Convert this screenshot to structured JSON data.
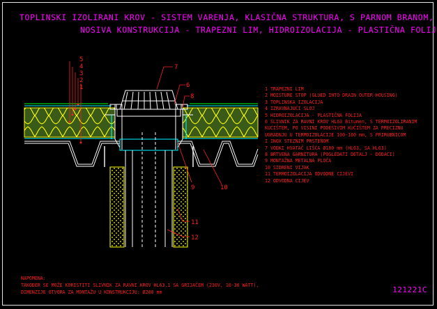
{
  "title": {
    "line1": "TOPLINSKI IZOLIRANI KROV - SISTEM VARENJA, KLASIČNA STRUKTURA, S PARNOM BRANOM,",
    "line2": "NOSIVA KONSTRUKCIJA - TRAPEZNI LIM, HIDROIZOLACIJA - PLASTIČNA FOLIJA"
  },
  "legend": [
    "1 TRAPEZNI LIM",
    "2 MOISTURE STOP (GLUED INTO DRAIN OUTER-HOUSING)",
    "3 TOPLINSKA IZOLACIJA",
    "4 IZRAVNAJUĆI SLOJ",
    "5 HIDROIZOLACIJA - PLASTIČNA FOLIJA",
    "6 SLIVNIK ZA RAVNI KROV HL63 Bitumen, S TERMOIZOLIRANIM",
    "  KUĆIŠTEM, PO VISINI PODESIVIM KUĆIŠTEM ZA PRECIZNU",
    "  UGRADNJU U TERMOIZOLACIJE 100-160 mm, S PRIRUBNICOM",
    "  I INOX STEZNIM PRSTENOM",
    "7 VODKI HVATAČ LIŠĆA Ø180 mm (HL63, SA HL63)",
    "8 BRTVENA GARNITURA (POGLEDATI DETALJ - DODACI)",
    "9 MONTAŽNA METALNA PLOČA",
    "10 SIDRENI VIJAK",
    "11 TERMOIZOLACIJA ODVODNE CIJEVI",
    "12 ODVODNA CIJEV"
  ],
  "callouts": {
    "stack": [
      "5",
      "4",
      "3",
      "2",
      "1"
    ],
    "n6": "6",
    "n7": "7",
    "n8": "8",
    "n9": "9",
    "n10": "10",
    "n11": "11",
    "n12": "12"
  },
  "notes": {
    "heading": "NAPOMENA:",
    "line1": "TAKOĐER SE MOŽE KORISTITI SLIVNIK ZA RAVNI KROV HL63.1 SA GRIJAČEM (230V, 10-30 WATT).",
    "line2": "DIMENZIJE OTVORA ZA MONTAŽU U KONSTRUKCIJU: Ø200 mm"
  },
  "code": "121221C",
  "colors": {
    "title": "#ff00ff",
    "legend": "#ff2020",
    "insulation": "#ffff00",
    "insulation_fill": "#3a5a1a",
    "structure": "#ffffff",
    "membrane": "#00ffff",
    "pipe_insulation": "#ffff00"
  }
}
